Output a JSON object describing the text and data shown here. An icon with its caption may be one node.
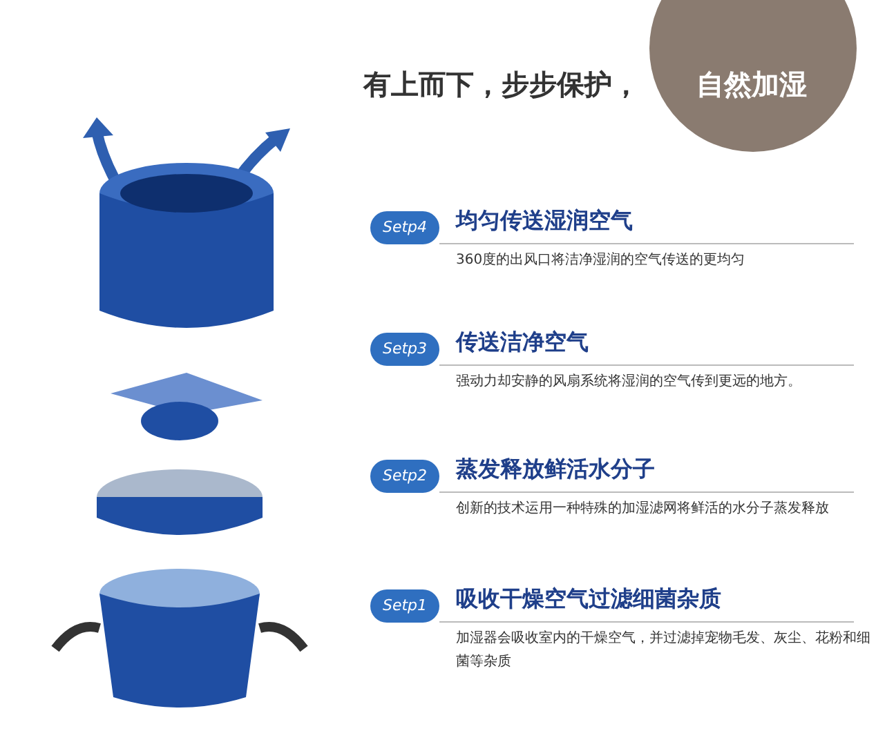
{
  "diagram": {
    "title": "有上而下，步步保护，",
    "nodes": [
      {
        "text": [
          "自然加湿"
        ]
      },
      {
        "text": [
          "Setp4",
          "均匀传送湿润空气",
          "360度的出风口将洁净湿润的空气传送的更均匀"
        ]
      },
      {
        "text": [
          "Setp3",
          "传送洁净空气",
          "强动力却安静的风扇系统将湿润的空气传到更远的地方。"
        ]
      },
      {
        "text": [
          "Setp2",
          "蒸发释放鲜活水分子",
          "创新的技术运用一种特殊的加湿滤网将鲜活的水分子蒸发释放"
        ]
      },
      {
        "text": [
          "Setp1",
          "吸收干燥空气过滤细菌杂质",
          "加湿器会吸收室内的干燥空气，并过滤掉宠物毛发、灰尘、花粉和细菌等杂质"
        ]
      }
    ],
    "edges": []
  }
}
